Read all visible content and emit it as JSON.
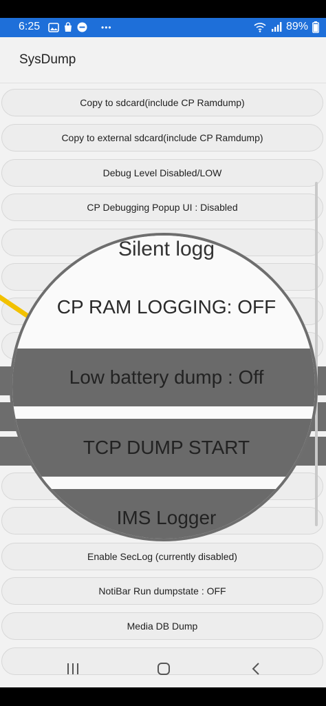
{
  "status_bar": {
    "time": "6:25",
    "battery": "89%",
    "more": "•••",
    "icons": [
      "image-icon",
      "bag-icon",
      "dnd-icon",
      "wifi-icon",
      "signal-icon",
      "battery-icon"
    ]
  },
  "app_bar": {
    "title": "SysDump"
  },
  "menu": {
    "copy_sdcard": "Copy to sdcard(include CP Ramdump)",
    "copy_external": "Copy to external sdcard(include CP Ramdump)",
    "debug_level": "Debug Level Disabled/LOW",
    "cp_popup": "CP Debugging Popup UI : Disabled",
    "enable_seclog": "Enable SecLog (currently disabled)",
    "notibar": "NotiBar Run dumpstate : OFF",
    "media_db": "Media DB Dump"
  },
  "magnified": {
    "silent": "Silent logg",
    "cp_ram": "CP RAM LOGGING: OFF",
    "low_battery": "Low battery dump : Off",
    "tcp": "TCP DUMP START",
    "ims": "IMS Logger"
  },
  "colors": {
    "status_bar": "#1e6fd9",
    "button_bg": "#ededed",
    "highlight_band": "#6d6d6d",
    "annotation_line": "#f2c100"
  }
}
